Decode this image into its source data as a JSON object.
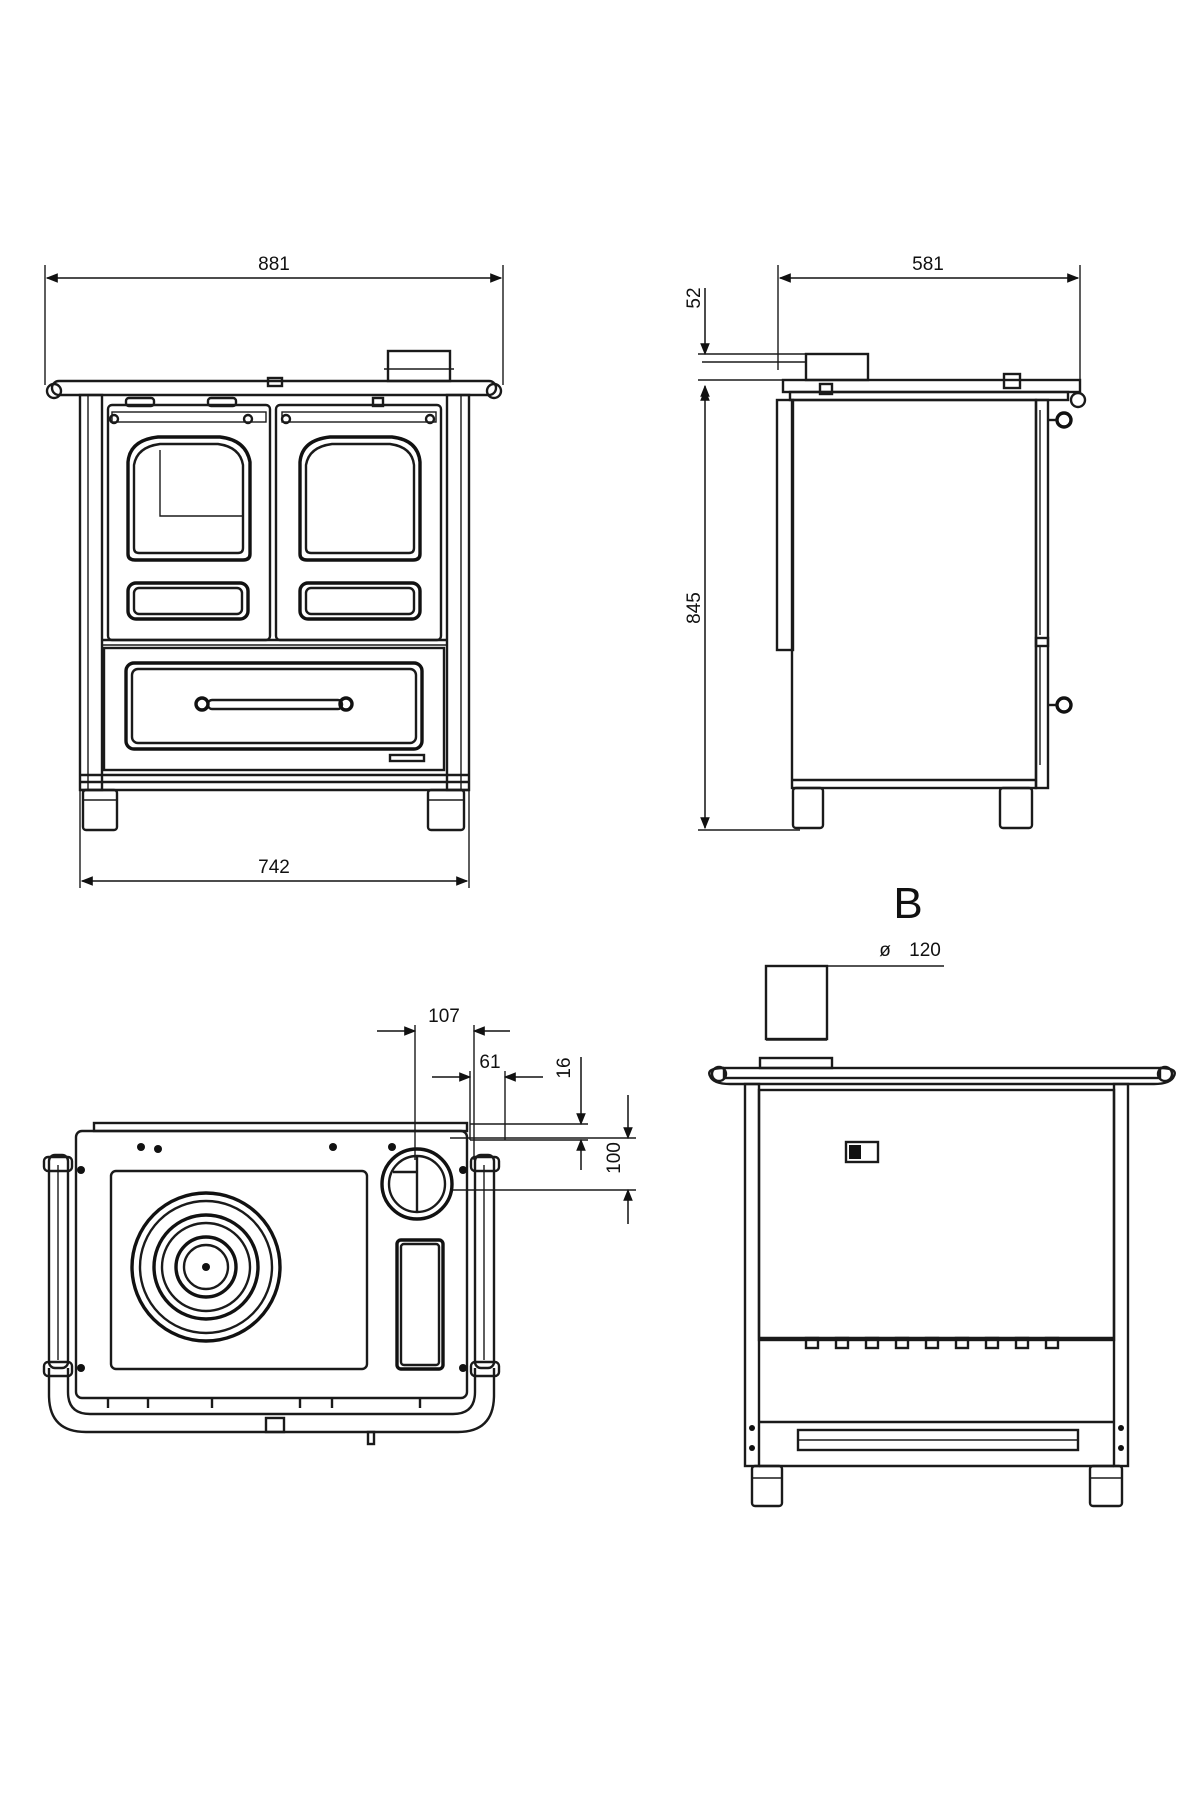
{
  "dimensions": {
    "front_width": "881",
    "base_width": "742",
    "side_depth": "581",
    "flue_height": "52",
    "total_height": "845",
    "top_offset_107": "107",
    "top_offset_61": "61",
    "top_offset_16": "16",
    "top_offset_100": "100",
    "flue_diameter": "120"
  },
  "labels": {
    "rear_view_marker": "B",
    "diameter_symbol": "ø"
  }
}
